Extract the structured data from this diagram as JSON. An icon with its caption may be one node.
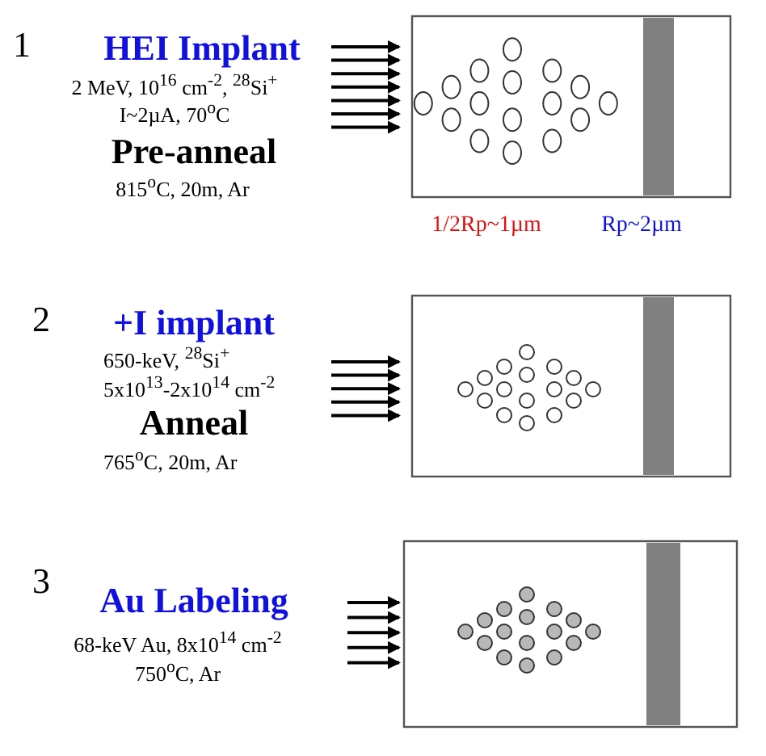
{
  "diagram": {
    "nodes": [
      {
        "text": [],
        "shape": "box"
      },
      {
        "text": [],
        "shape": "bar",
        "in": 0
      },
      {
        "text": [],
        "shape": "box"
      },
      {
        "text": [],
        "shape": "bar",
        "in": 2
      },
      {
        "text": [],
        "shape": "box"
      },
      {
        "text": [],
        "shape": "bar",
        "in": 4
      }
    ],
    "labels": [
      "1",
      "HEI Implant",
      "2 MeV, 10$^{16}$ cm$^{-2}$, $^{28}$Si$^{+}$",
      "I~2µA, 70$^{o}$C",
      "Pre-anneal",
      "815$^{o}$C, 20m, Ar",
      "1/2Rp~1µm",
      "Rp~2µm",
      "2",
      "+I implant",
      "650-keV, $^{28}$Si$^{+}$",
      "5x10$^{13}$-2x10$^{14}$ cm$^{-2}$",
      "Anneal",
      "765$^{o}$C, 20m, Ar",
      "3",
      "Au Labeling",
      "68-keV Au, 8x10$^{14}$ cm$^{-2}$",
      "750$^{o}$C, Ar"
    ]
  }
}
